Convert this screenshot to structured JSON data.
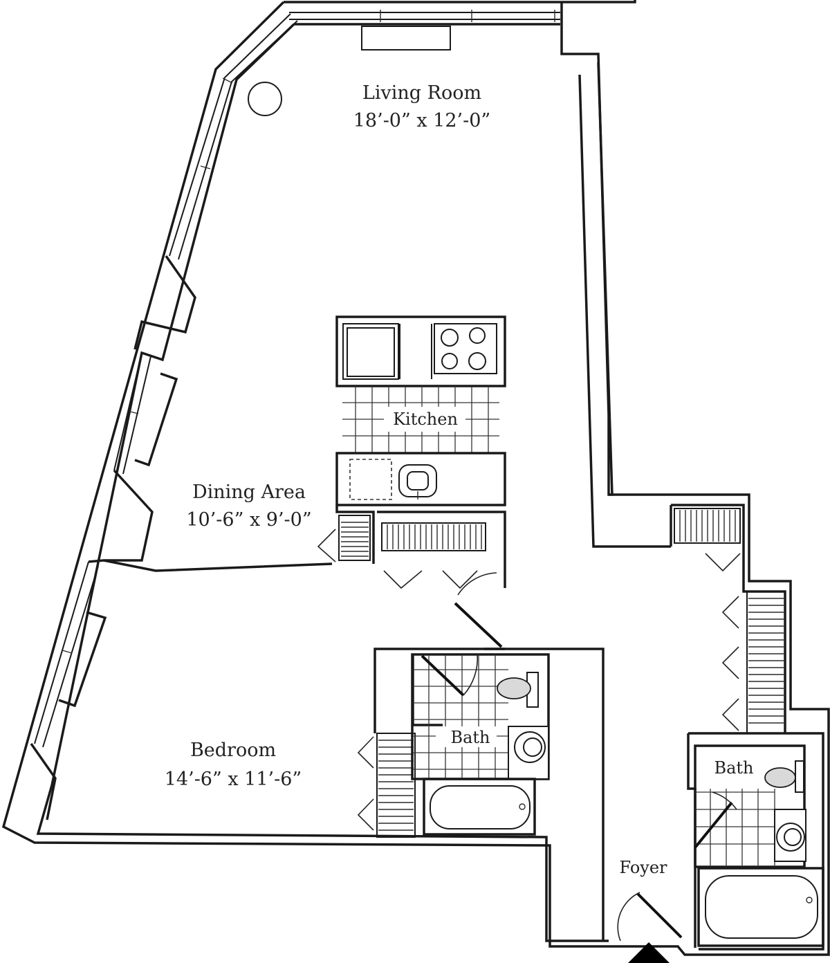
{
  "rooms": {
    "living_room": {
      "name": "Living Room",
      "size": "18’-0” x 12’-0”"
    },
    "dining_area": {
      "name": "Dining Area",
      "size": "10’-6” x 9’-0”"
    },
    "kitchen": {
      "name": "Kitchen"
    },
    "bedroom": {
      "name": "Bedroom",
      "size": "14’-6” x 11’-6”"
    },
    "bath_1": {
      "name": "Bath"
    },
    "bath_2": {
      "name": "Bath"
    },
    "foyer": {
      "name": "Foyer"
    }
  },
  "icons": {
    "entry_marker": "entry-arrow-icon",
    "column": "column-icon"
  },
  "colors": {
    "line": "#1a1a1a",
    "background": "#ffffff"
  }
}
